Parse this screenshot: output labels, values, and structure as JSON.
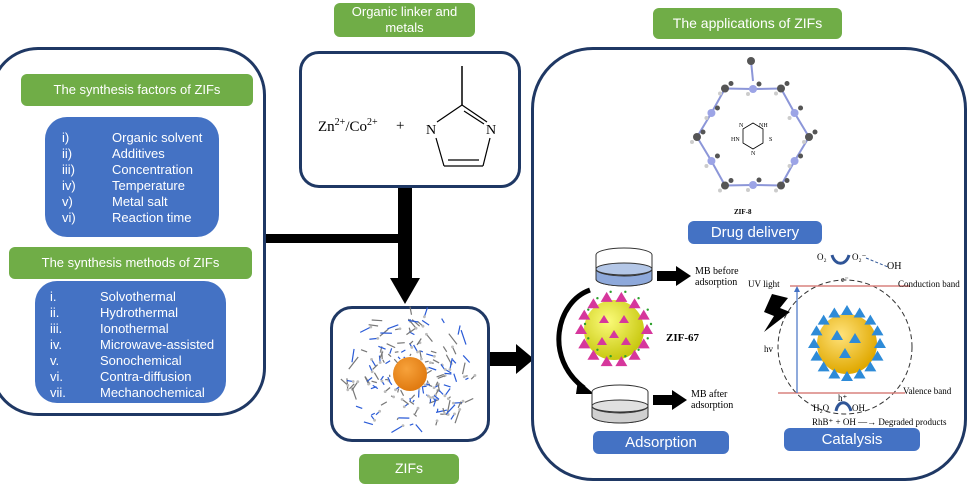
{
  "left_panel": {
    "factors_title": "The synthesis factors of ZIFs",
    "factors": [
      {
        "num": "i)",
        "label": "Organic solvent"
      },
      {
        "num": "ii)",
        "label": "Additives"
      },
      {
        "num": "iii)",
        "label": "Concentration"
      },
      {
        "num": "iv)",
        "label": "Temperature"
      },
      {
        "num": "v)",
        "label": "Metal salt"
      },
      {
        "num": "vi)",
        "label": "Reaction time"
      }
    ],
    "methods_title": "The synthesis methods of ZIFs",
    "methods": [
      {
        "num": "i.",
        "label": "Solvothermal"
      },
      {
        "num": "ii.",
        "label": "Hydrothermal"
      },
      {
        "num": "iii.",
        "label": "Ionothermal"
      },
      {
        "num": "iv.",
        "label": "Microwave-assisted"
      },
      {
        "num": "v.",
        "label": "Sonochemical"
      },
      {
        "num": "vi.",
        "label": "Contra-diffusion"
      },
      {
        "num": "vii.",
        "label": "Mechanochemical"
      }
    ]
  },
  "center": {
    "linker_title": "Organic linker and metals",
    "metals": {
      "zn": "Zn",
      "co": "Co",
      "charge": "2+",
      "slash": "/",
      "plus": "+"
    },
    "linker_atoms": {
      "n1": "N",
      "n2": "N"
    },
    "zifs_label": "ZIFs"
  },
  "right_panel": {
    "title": "The applications of ZIFs",
    "drug_delivery": {
      "caption": "ZIF-8",
      "label": "Drug delivery",
      "ring_atoms": {
        "n": "N",
        "nh": "NH",
        "hn": "HN",
        "n2": "N",
        "s": "S"
      }
    },
    "adsorption": {
      "label": "Adsorption",
      "material": "ZIF-67",
      "before_text": [
        "MB before",
        "adsorption"
      ],
      "after_text": [
        "MB after",
        "adsorption"
      ]
    },
    "catalysis": {
      "label": "Catalysis",
      "uv_light": "UV light",
      "hv": "hv",
      "o2": "O₂",
      "o2_radical": "O₂⁻",
      "oh_top": "OH",
      "electron": "e⁻",
      "conduction_band": "Conduction band",
      "valence_band": "Valence band",
      "hole": "h⁺",
      "h2o": "H₂O",
      "oh_bottom": "OH",
      "reaction": "RhB⁺ + OH —→ Degraded products"
    }
  },
  "colors": {
    "green": "#70ad47",
    "blue": "#4472c4",
    "navy": "#1f3864",
    "band_line": "#d9827f",
    "zif67_core": "#e8e81a",
    "zif67_tetra": "#d6379c",
    "zif_core": "#e07a10",
    "catalyst_tetra": "#2e8bd8"
  }
}
